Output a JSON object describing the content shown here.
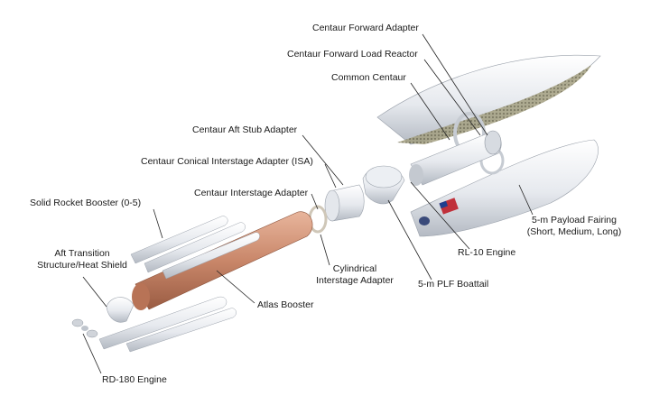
{
  "labels": {
    "centaur_forward_adapter": "Centaur Forward Adapter",
    "centaur_forward_load_reactor": "Centaur Forward Load Reactor",
    "common_centaur": "Common Centaur",
    "centaur_aft_stub_adapter": "Centaur Aft Stub Adapter",
    "centaur_conical_isa": "Centaur Conical Interstage Adapter (ISA)",
    "centaur_interstage_adapter": "Centaur Interstage Adapter",
    "solid_rocket_booster": "Solid Rocket Booster (0-5)",
    "aft_transition_line1": "Aft Transition",
    "aft_transition_line2": "Structure/Heat Shield",
    "rd180_engine": "RD-180 Engine",
    "atlas_booster": "Atlas Booster",
    "cylindrical_isa_line1": "Cylindrical",
    "cylindrical_isa_line2": "Interstage Adapter",
    "plf_boattail": "5-m PLF Boattail",
    "rl10_engine": "RL-10 Engine",
    "payload_fairing_line1": "5-m Payload Fairing",
    "payload_fairing_line2": "(Short, Medium, Long)"
  },
  "colors": {
    "booster_copper": "#c9876a",
    "hardware_white": "#eef0f3",
    "shadow_gray": "#b9bec6",
    "honeycomb": "#8e8a6a",
    "flag_blue": "#1f3f8f",
    "flag_red": "#c0303a"
  }
}
